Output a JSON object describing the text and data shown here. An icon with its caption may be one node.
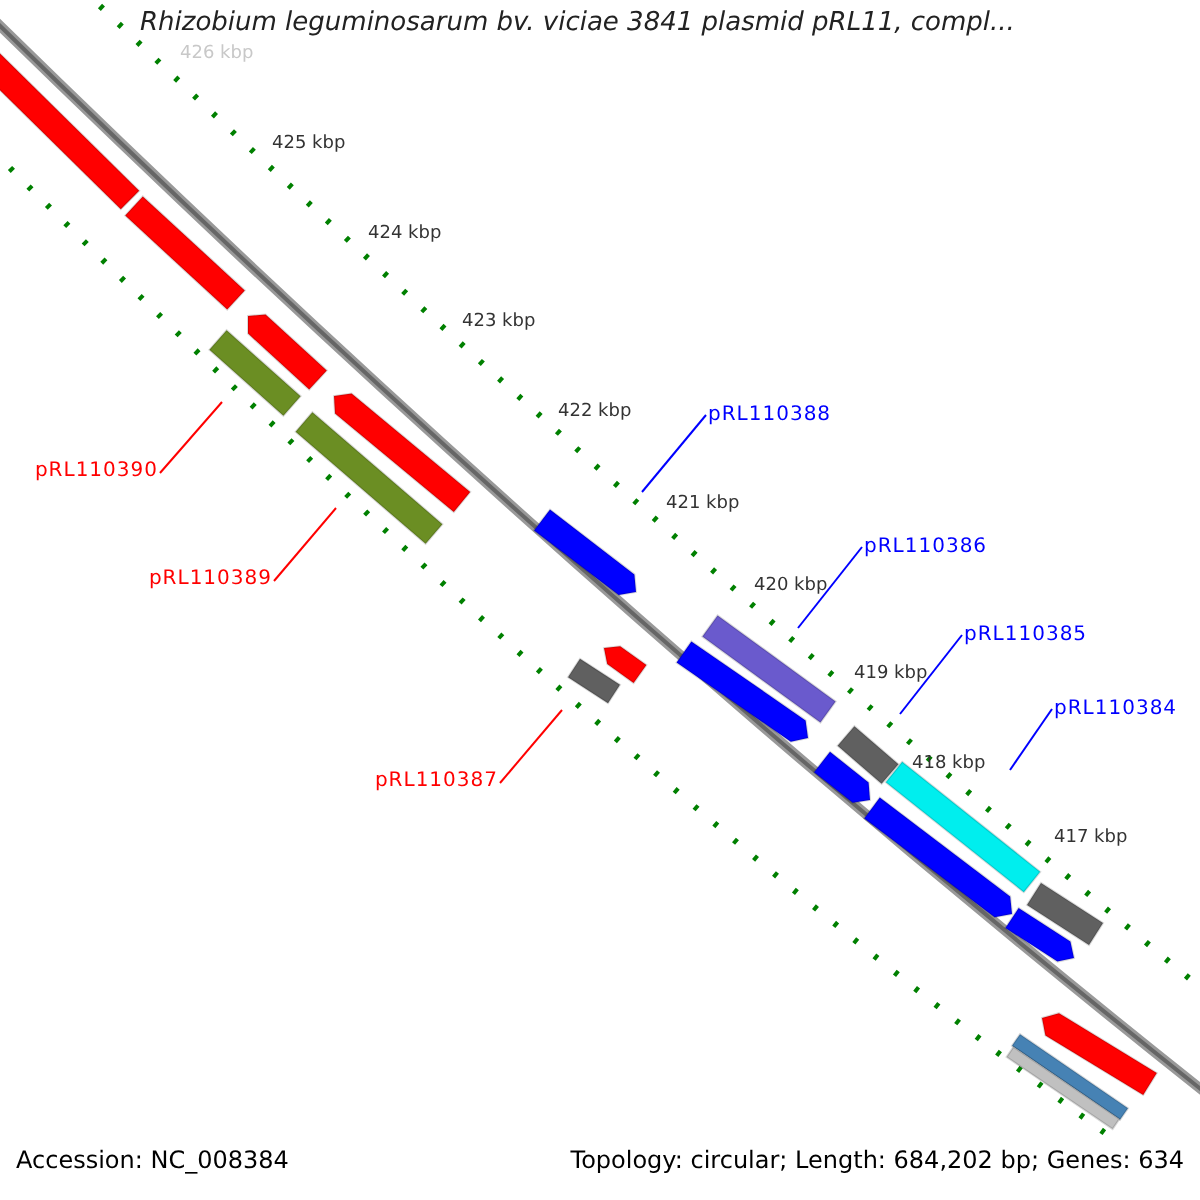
{
  "diagram": {
    "title": "Rhizobium leguminosarum bv. viciae 3841 plasmid pRL11, compl...",
    "nodes": [
      {
        "text": [
          "pRL110388"
        ]
      },
      {
        "text": [
          "pRL110390"
        ]
      },
      {
        "text": [
          "pRL110386"
        ]
      },
      {
        "text": [
          "pRL110389"
        ]
      },
      {
        "text": [
          "pRL110385"
        ]
      },
      {
        "text": [
          "pRL110384"
        ]
      },
      {
        "text": [
          "pRL110387"
        ]
      }
    ],
    "edges": [
      {
        "from": 0,
        "to": null,
        "arrow": "none"
      },
      {
        "from": 1,
        "to": null,
        "arrow": "none",
        "color": "#ff0000"
      },
      {
        "from": 2,
        "to": null,
        "arrow": "none"
      },
      {
        "from": 3,
        "to": null,
        "arrow": "none",
        "color": "#ff0000"
      },
      {
        "from": 4,
        "to": null,
        "arrow": "none"
      },
      {
        "from": 5,
        "to": null,
        "arrow": "none"
      },
      {
        "from": 6,
        "to": null,
        "arrow": "none",
        "color": "#ff0000"
      }
    ],
    "labels": [
      "426 kbp",
      "425 kbp",
      "424 kbp",
      "423 kbp",
      "422 kbp",
      "421 kbp",
      "420 kbp",
      "419 kbp",
      "418 kbp",
      "417 kbp",
      "Accession: NC_008384",
      "Topology: circular; Length: 684,202 bp; Genes: 634"
    ]
  }
}
